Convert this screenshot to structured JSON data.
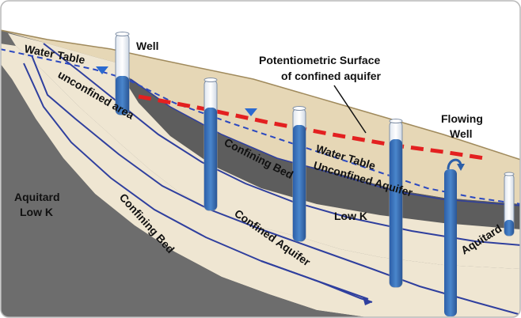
{
  "labels": {
    "well": "Well",
    "potentiometric": [
      "Potentiometric Surface",
      "of confined aquifer"
    ],
    "flowing_well": [
      "Flowing",
      "Well"
    ],
    "water_table_upper": "Water Table",
    "water_table_lower": "Water Table",
    "unconfined_area": "unconfined area",
    "confining_bed_upper": "Confining Bed",
    "confining_bed_lower": "Confining Bed",
    "unconfined_aquifer": "Unconfined Aquifer",
    "confined_aquifer": "Confined Aquifer",
    "aquitard_left": [
      "Aquitard",
      "Low K"
    ],
    "low_k": "Low K",
    "aquitard_right": "Aquitard"
  },
  "colors": {
    "aquitard": "#6d6d6d",
    "sand_upper": "#e6d7b6",
    "sand_lower": "#efe6d2",
    "aquifer_line": "#2f3f9e",
    "water": "#3a6fb8",
    "potentiometric_dash": "#e32020",
    "water_table_dash": "#2b48c0"
  }
}
